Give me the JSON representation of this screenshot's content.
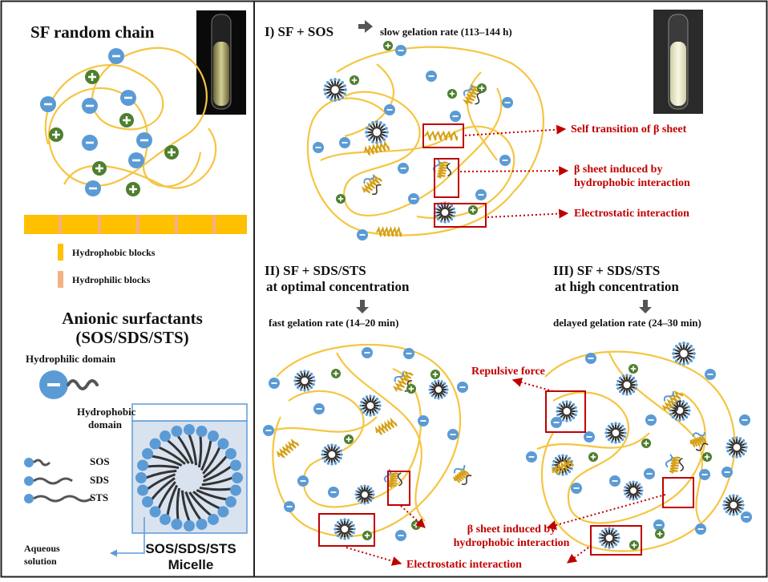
{
  "left_panel": {
    "title": "SF random chain",
    "legend": {
      "hydrophobic_label": "Hydrophobic blocks",
      "hydrophilic_label": "Hydrophilic blocks"
    },
    "anionic_title_line1": "Anionic surfactants",
    "anionic_title_line2": "(SOS/SDS/STS)",
    "hydrophilic_domain": "Hydrophilic domain",
    "hydrophobic_domain_line1": "Hydrophobic",
    "hydrophobic_domain_line2": "domain",
    "surfactants": [
      "SOS",
      "SDS",
      "STS"
    ],
    "aqueous_line1": "Aqueous",
    "aqueous_line2": "solution",
    "micelle_line1": "SOS/SDS/STS",
    "micelle_line2": "Micelle"
  },
  "panel_1": {
    "title": "I) SF + SOS",
    "rate": "slow gelation rate (113–144 h)",
    "labels": {
      "self_transition": "Self transition of β sheet",
      "beta_induced_line1": "β sheet induced by",
      "beta_induced_line2": "hydrophobic interaction",
      "electrostatic": "Electrostatic interaction"
    }
  },
  "panel_2": {
    "title_line1": "II) SF + SDS/STS",
    "title_line2": "at optimal concentration",
    "rate": "fast gelation rate (14–20 min)"
  },
  "panel_3": {
    "title_line1": "III) SF + SDS/STS",
    "title_line2": "at high concentration",
    "rate": "delayed gelation rate (24–30 min)",
    "repulsive": "Repulsive force"
  },
  "bottom_labels": {
    "beta_induced_line1": "β sheet induced by",
    "beta_induced_line2": "hydrophobic interaction",
    "electrostatic": "Electrostatic interaction"
  },
  "colors": {
    "chain": "#f5c542",
    "negative_ion": "#5b9bd5",
    "positive_ion": "#4e7f2f",
    "hydrophobic_block": "#ffc000",
    "hydrophilic_block": "#f4b183",
    "label_red": "#c00000",
    "micelle_box": "#d9e2ef",
    "helix": "#d4a017"
  },
  "icons": [
    "negative-charge-icon",
    "positive-charge-icon",
    "micelle-icon",
    "beta-helix-icon",
    "vial-photo"
  ]
}
